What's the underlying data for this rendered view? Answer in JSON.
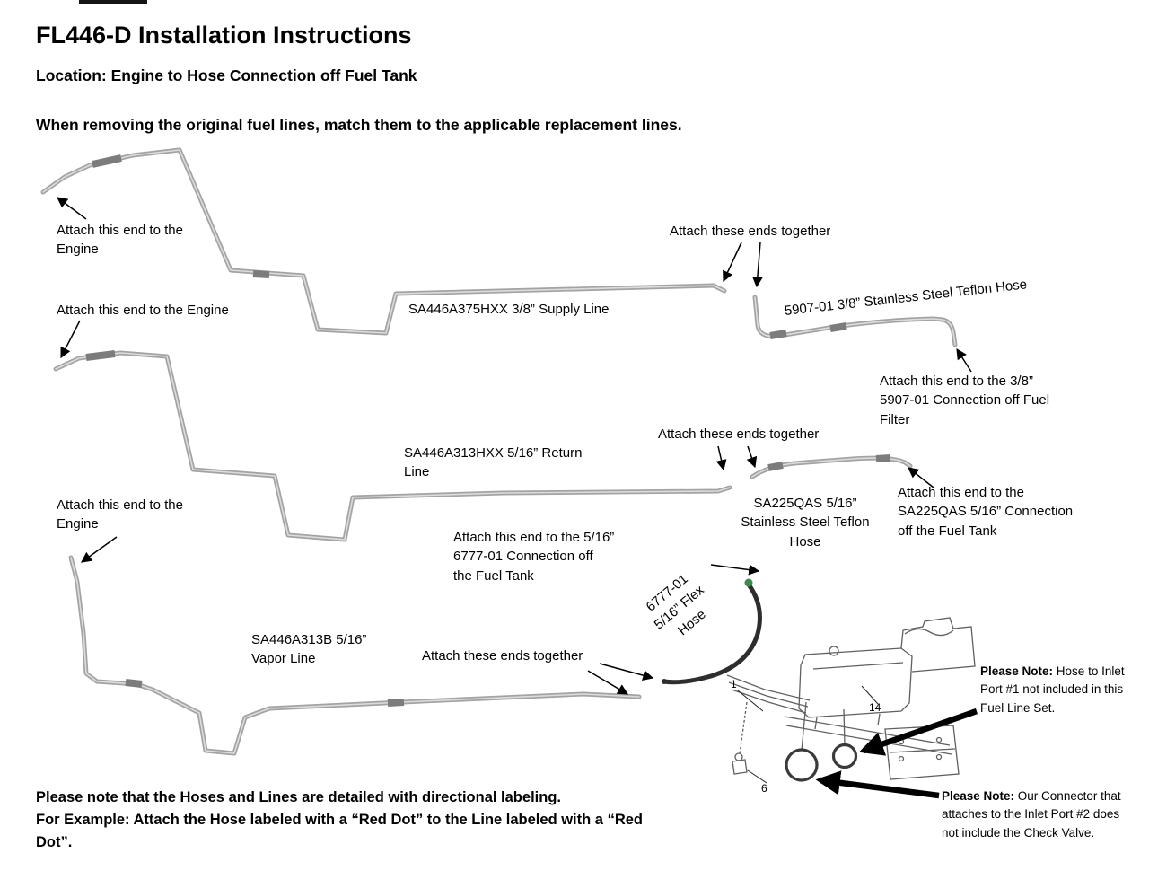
{
  "doc": {
    "title": "FL446-D Installation Instructions",
    "location_line": "Location: Engine to Hose Connection off Fuel Tank",
    "intro_line": "When removing the original fuel lines, match them to the applicable replacement lines.",
    "footer": "Please note that the Hoses and Lines are detailed with directional labeling.\nFor Example: Attach the Hose labeled with a “Red Dot” to the Line labeled with a “Red\nDot”."
  },
  "callouts": {
    "attach_engine_top": "Attach this end to the\nEngine",
    "attach_ends_top": "Attach these ends together",
    "supply_line": "SA446A375HXX 3/8” Supply Line",
    "teflon_hose_38": "5907-01 3/8” Stainless Steel Teflon Hose",
    "attach_engine_mid": "Attach this end to the Engine",
    "attach_fuel_filter": "Attach this end to the 3/8”\n5907-01 Connection off Fuel\nFilter",
    "attach_ends_mid": "Attach these ends together",
    "return_line": "SA446A313HXX 5/16” Return\nLine",
    "teflon_hose_516": "SA225QAS 5/16”\nStainless Steel Teflon\nHose",
    "attach_fuel_tank_516": "Attach this end to the\nSA225QAS 5/16” Connection\noff the Fuel Tank",
    "attach_engine_bottom": "Attach this end to the\nEngine",
    "attach_6777": "Attach this end to the 5/16”\n6777-01 Connection off\nthe Fuel Tank",
    "flex_hose": "6777-01\n5/16” Flex\nHose",
    "vapor_line": "SA446A313B 5/16”\nVapor Line",
    "attach_ends_bottom": "Attach these ends together"
  },
  "notes": {
    "note_prefix": "Please Note:",
    "note1_text": " Hose to Inlet Port #1 not included in this Fuel Line Set.",
    "note2_text": " Our Connector that attaches to the Inlet Port #2 does not include the Check Valve."
  },
  "diagram": {
    "part_numbers": {
      "inlet_line": "1",
      "tank_line": "14",
      "clamp": "6"
    },
    "colors": {
      "line_gray": "#a3a3a3",
      "line_highlight": "#dcdcdc",
      "fitting_gray": "#7c7c7c",
      "hose_dark": "#2e2e2e",
      "accent_green": "#3c8a4e",
      "ink": "#000000"
    }
  }
}
